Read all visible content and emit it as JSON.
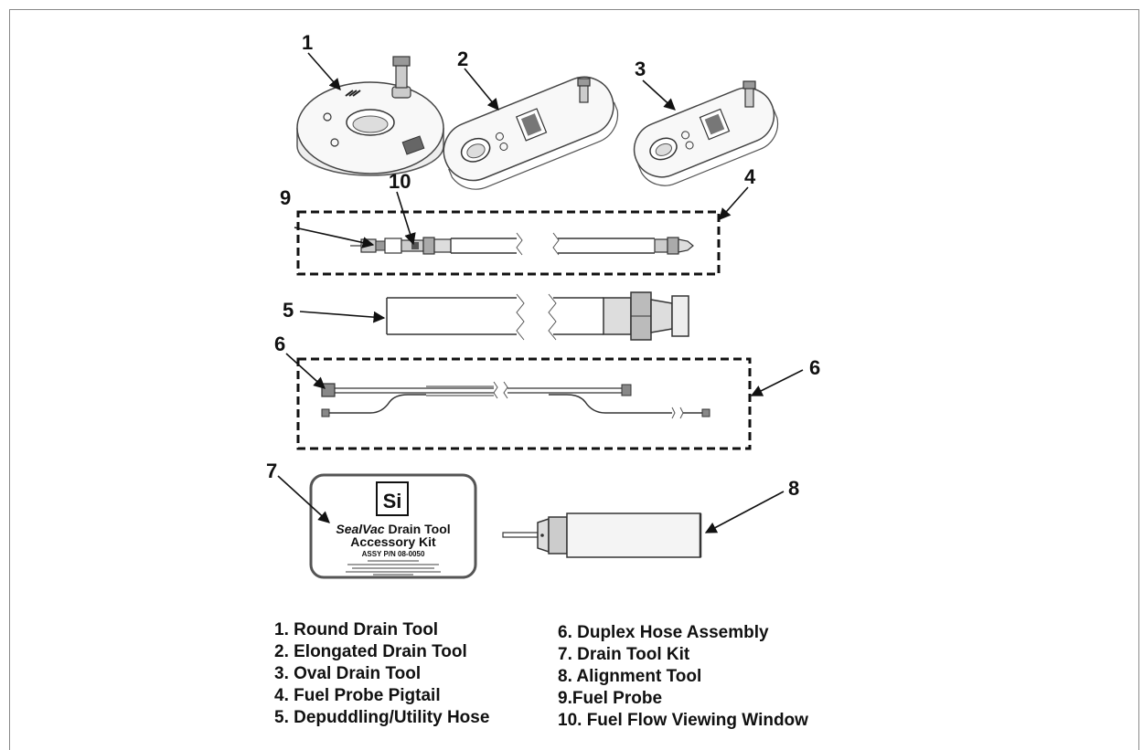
{
  "callouts": {
    "c1": "1",
    "c2": "2",
    "c3": "3",
    "c4": "4",
    "c5": "5",
    "c6a": "6",
    "c6b": "6",
    "c7": "7",
    "c8": "8",
    "c9": "9",
    "c10": "10"
  },
  "kit_label": {
    "logo": "Si",
    "brand": "SealVac",
    "title_suffix": " Drain Tool",
    "subtitle": "Accessory Kit",
    "assy": "ASSY P/N 08-0050"
  },
  "legend": {
    "left": [
      "1. Round Drain Tool",
      "2. Elongated Drain Tool",
      "3. Oval Drain Tool",
      "4. Fuel Probe Pigtail",
      "5. Depuddling/Utility Hose"
    ],
    "right": [
      "6. Duplex Hose Assembly",
      "7. Drain Tool Kit",
      "8. Alignment Tool",
      "9.Fuel Probe",
      "10. Fuel Flow Viewing Window"
    ]
  }
}
